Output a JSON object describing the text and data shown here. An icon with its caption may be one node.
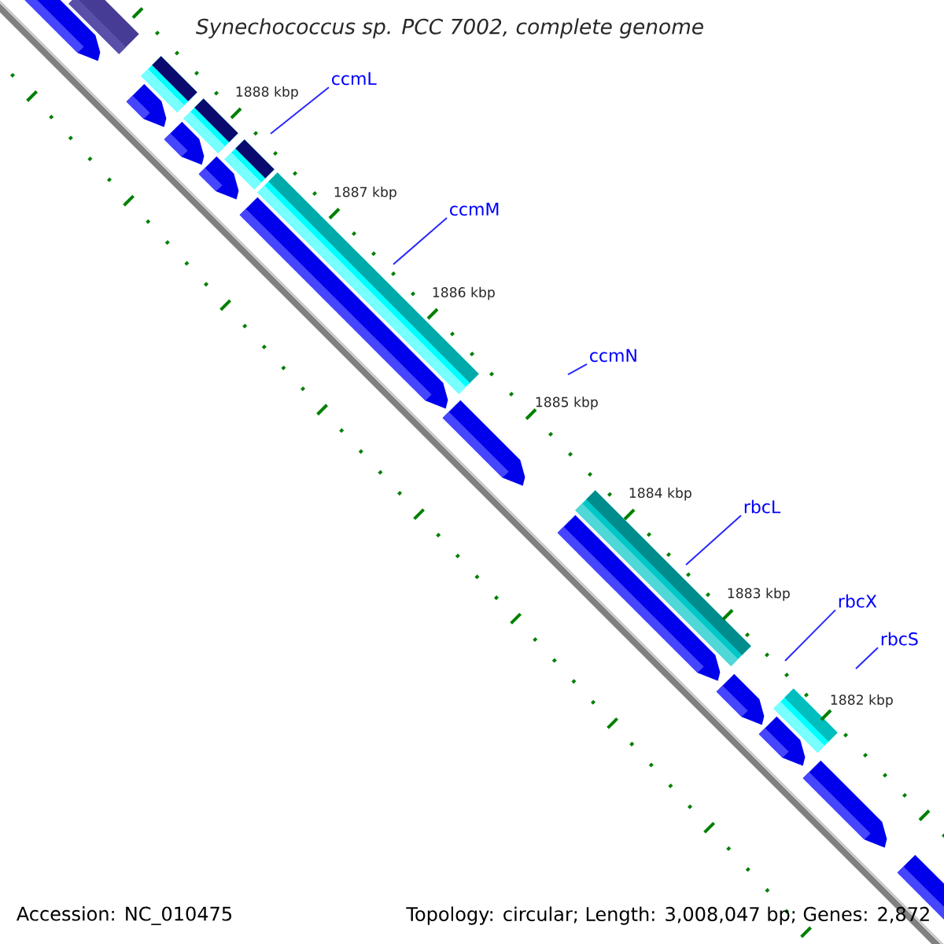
{
  "diagram": {
    "title": "Synechococcus sp. PCC 7002, complete genome",
    "nodes": [
      {
        "text": [
          "ccmL"
        ]
      },
      {
        "text": [
          "ccmM"
        ]
      },
      {
        "text": [
          "ccmN"
        ]
      },
      {
        "text": [
          "rbcL"
        ]
      },
      {
        "text": [
          "rbcX"
        ]
      },
      {
        "text": [
          "rbcS"
        ]
      }
    ],
    "edges": [
      {
        "from": 0,
        "to": null,
        "arrow": "none"
      },
      {
        "from": 1,
        "to": null,
        "arrow": "none"
      },
      {
        "from": 2,
        "to": null,
        "arrow": "none"
      },
      {
        "from": 3,
        "to": null,
        "arrow": "none"
      },
      {
        "from": 4,
        "to": null,
        "arrow": "none"
      },
      {
        "from": 5,
        "to": null,
        "arrow": "none"
      }
    ],
    "labels": [
      "1888 kbp",
      "1887 kbp",
      "1886 kbp",
      "1885 kbp",
      "1884 kbp",
      "1883 kbp",
      "1882 kbp",
      "Accession: NC_010475",
      "Topology: circular; Length: 3,008,047 bp; Genes: 2,872"
    ]
  }
}
